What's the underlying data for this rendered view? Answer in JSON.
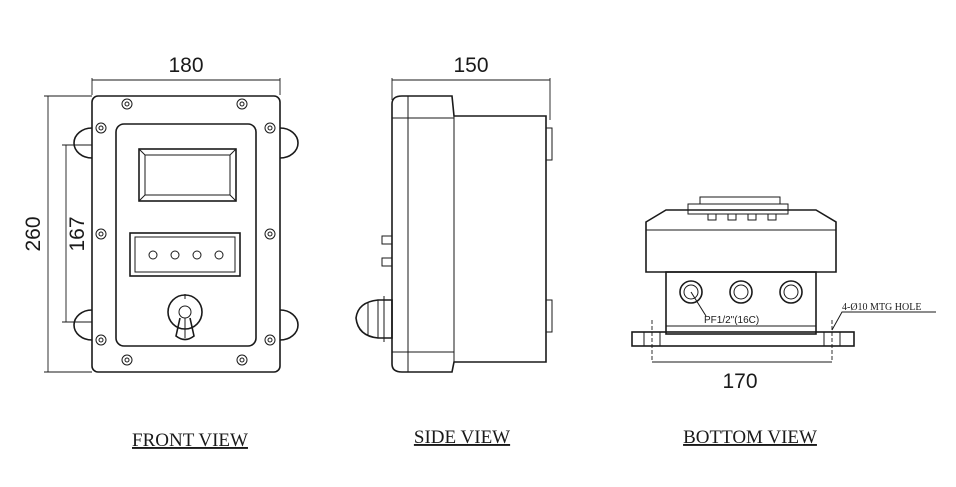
{
  "front_view": {
    "width_dim": "180",
    "height_dim": "260",
    "inner_height_dim": "167",
    "title": "FRONT VIEW"
  },
  "side_view": {
    "depth_dim": "150",
    "title": "SIDE VIEW"
  },
  "bottom_view": {
    "mount_dim": "170",
    "conduit_note": "PF1/2\"(16C)",
    "hole_note": "4-Ø10 MTG HOLE",
    "title": "BOTTOM VIEW"
  }
}
